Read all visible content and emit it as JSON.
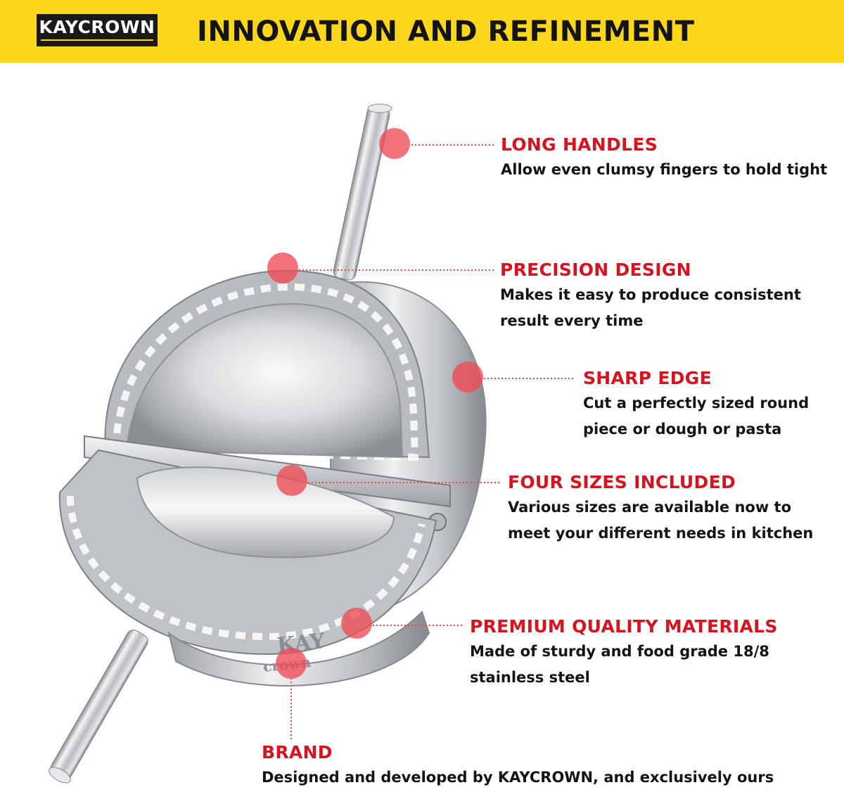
{
  "banner": {
    "logo": "KAYCROWN",
    "headline": "INNOVATION AND REFINEMENT",
    "background_color": "#fcd61a"
  },
  "product": {
    "stamp_text_top": "KAY",
    "stamp_text_bottom": "crown"
  },
  "accent_color": "#d8121e",
  "features": [
    {
      "title": "LONG HANDLES",
      "description": "Allow even clumsy fingers to hold tight"
    },
    {
      "title": "PRECISION DESIGN",
      "description": "Makes it easy to produce consistent\nresult every time"
    },
    {
      "title": "SHARP EDGE",
      "description": "Cut a perfectly sized round\npiece or dough or pasta"
    },
    {
      "title": "FOUR SIZES INCLUDED",
      "description": "Various sizes are available now to\nmeet your different needs in kitchen"
    },
    {
      "title": "PREMIUM QUALITY MATERIALS",
      "description": "Made of sturdy and food grade 18/8\nstainless steel"
    },
    {
      "title": "BRAND",
      "description": "Designed and developed by KAYCROWN, and exclusively ours"
    }
  ]
}
